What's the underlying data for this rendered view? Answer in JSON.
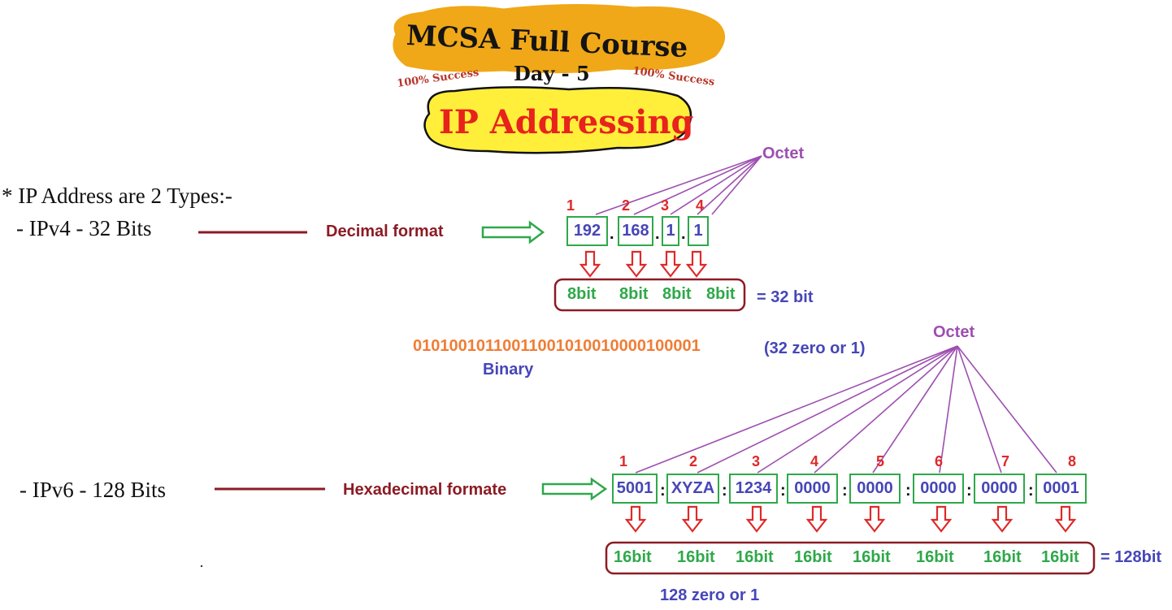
{
  "header": {
    "course_title": "MCSA Full Course",
    "day": "Day - 5",
    "success_left": "100% Success",
    "success_right": "100% Success",
    "topic": "IP Addressing",
    "colors": {
      "banner": "#f0a818",
      "topic_bg": "#ffef3a",
      "topic_text": "#e8221c"
    }
  },
  "intro": {
    "heading": "* IP Address are 2 Types:-",
    "ipv4": "- IPv4 - 32 Bits",
    "ipv6": "- IPv6 - 128 Bits"
  },
  "ipv4": {
    "format_label": "Decimal format",
    "octet_label": "Octet",
    "numbers": [
      "1",
      "2",
      "3",
      "4"
    ],
    "octets": [
      "192",
      "168",
      "1",
      "1"
    ],
    "separator": ".",
    "bits": [
      "8bit",
      "8bit",
      "8bit",
      "8bit"
    ],
    "total": "= 32 bit",
    "binary": "01010010110011001010010000100001",
    "binary_note": "(32 zero or 1)",
    "binary_label": "Binary"
  },
  "ipv6": {
    "format_label": "Hexadecimal formate",
    "octet_label": "Octet",
    "numbers": [
      "1",
      "2",
      "3",
      "4",
      "5",
      "6",
      "7",
      "8"
    ],
    "groups": [
      "5001",
      "XYZA",
      "1234",
      "0000",
      "0000",
      "0000",
      "0000",
      "0001"
    ],
    "separator": ":",
    "bits": [
      "16bit",
      "16bit",
      "16bit",
      "16bit",
      "16bit",
      "16bit",
      "16bit",
      "16bit"
    ],
    "total": "= 128bit",
    "note": "128 zero or 1"
  },
  "colors": {
    "maroon": "#8c1b24",
    "purple": "#9d4fb0",
    "red": "#de2a2a",
    "blue": "#4646b8",
    "green": "#2fa84a",
    "orange": "#f07d35"
  }
}
